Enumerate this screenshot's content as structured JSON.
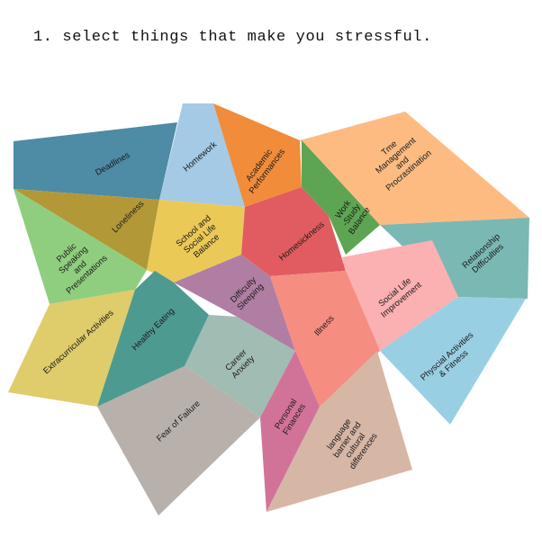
{
  "question": "1. select things that make you stressful.",
  "tiles": [
    {
      "id": "deadlines",
      "label": [
        "Deadlines"
      ],
      "color": "#4e8ba5"
    },
    {
      "id": "homework",
      "label": [
        "Homework"
      ],
      "color": "#a4cae5"
    },
    {
      "id": "academic-performances",
      "label": [
        "Academic",
        "Performances"
      ],
      "color": "#f08c3a"
    },
    {
      "id": "time-management",
      "label": [
        "Tme",
        "Management",
        "and",
        "Procrastination"
      ],
      "color": "#fdbb82"
    },
    {
      "id": "loneliness",
      "label": [
        "Loneliness"
      ],
      "color": "#b39838"
    },
    {
      "id": "school-life-balance",
      "label": [
        "School and",
        "Social Life",
        "Balance"
      ],
      "color": "#ebc957"
    },
    {
      "id": "homesickness",
      "label": [
        "Homesickness"
      ],
      "color": "#e05c60"
    },
    {
      "id": "work-study-balance",
      "label": [
        "Work",
        "-Study",
        "Balance"
      ],
      "color": "#5ea553"
    },
    {
      "id": "relationship-difficulties",
      "label": [
        "Relationship",
        "Difficulties"
      ],
      "color": "#7ab8b3"
    },
    {
      "id": "public-speaking",
      "label": [
        "Public",
        "Speaking",
        "and",
        "Presentations"
      ],
      "color": "#8fce7e"
    },
    {
      "id": "difficulty-sleeping",
      "label": [
        "Difficulty",
        "Sleeping"
      ],
      "color": "#b07ea3"
    },
    {
      "id": "social-life-improvement",
      "label": [
        "Social Life",
        "Improvement"
      ],
      "color": "#fbb0b2"
    },
    {
      "id": "extracurricular-activities",
      "label": [
        "Extracurricular Activities"
      ],
      "color": "#dfcc6b"
    },
    {
      "id": "healthy-eating",
      "label": [
        "Healthy Eating"
      ],
      "color": "#4d9a91"
    },
    {
      "id": "career-anxiety",
      "label": [
        "Career",
        "Anxiety"
      ],
      "color": "#a1bcb3"
    },
    {
      "id": "illness",
      "label": [
        "Illness"
      ],
      "color": "#f58d80"
    },
    {
      "id": "physical-activities",
      "label": [
        "Physcial Activities",
        "& Fitness"
      ],
      "color": "#99cfe3"
    },
    {
      "id": "fear-of-failure",
      "label": [
        "Fear of Failure"
      ],
      "color": "#b8b0aa"
    },
    {
      "id": "personal-finances",
      "label": [
        "Personal",
        "Finances"
      ],
      "color": "#d17399"
    },
    {
      "id": "language-barrier",
      "label": [
        "language",
        "barrier and",
        "cultural",
        "differences"
      ],
      "color": "#d6b6a4"
    }
  ]
}
